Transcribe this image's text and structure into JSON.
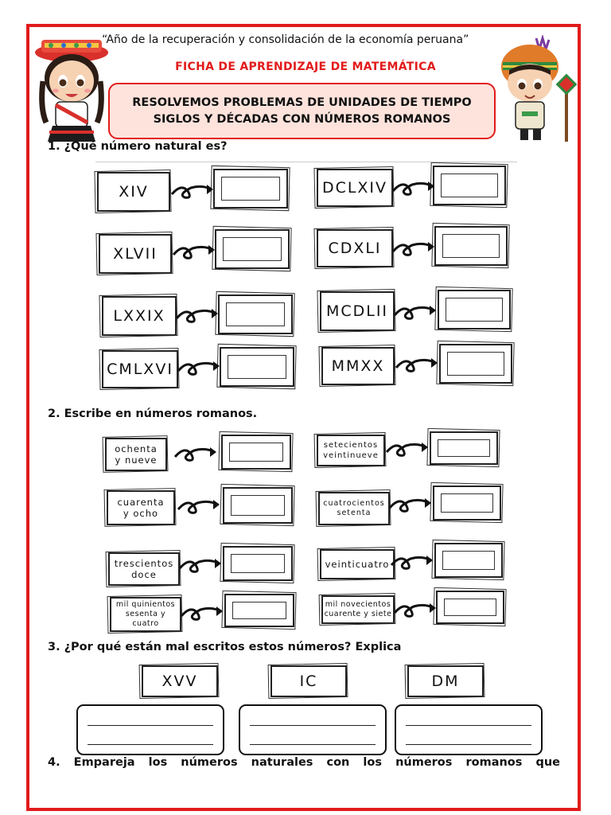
{
  "header": {
    "motto": "“Año de la recuperación y consolidación de la economía peruana”",
    "title": "FICHA DE APRENDIZAJE DE MATEMÁTICA",
    "banner_line1": "RESOLVEMOS PROBLEMAS DE UNIDADES DE TIEMPO",
    "banner_line2": "SIGLOS Y DÉCADAS CON NÚMEROS ROMANOS"
  },
  "q1": {
    "title": "1. ¿Qué número natural es?",
    "items": [
      "XIV",
      "DCLXIV",
      "XLVII",
      "CDXLI",
      "LXXIX",
      "MCDLII",
      "CMLXVI",
      "MMXX"
    ]
  },
  "q2": {
    "title": "2. Escribe en números romanos.",
    "items": [
      {
        "l1": "ochenta",
        "l2": "y nueve",
        "l3": ""
      },
      {
        "l1": "setecientos",
        "l2": "veintinueve",
        "l3": ""
      },
      {
        "l1": "cuarenta",
        "l2": "y ocho",
        "l3": ""
      },
      {
        "l1": "cuatrocientos",
        "l2": "setenta",
        "l3": ""
      },
      {
        "l1": "trescientos",
        "l2": "doce",
        "l3": ""
      },
      {
        "l1": "veinticuatro",
        "l2": "",
        "l3": ""
      },
      {
        "l1": "mil quinientos",
        "l2": "sesenta y",
        "l3": "cuatro"
      },
      {
        "l1": "mil novecientos",
        "l2": "cuarente y siete",
        "l3": ""
      }
    ]
  },
  "q3": {
    "title": "3. ¿Por qué están mal escritos estos números? Explica",
    "items": [
      "XVV",
      "IC",
      "DM"
    ],
    "blank": "______________________"
  },
  "q4": {
    "title": "4. Empareja los números naturales con los números romanos que"
  },
  "colors": {
    "accent": "#e21b1b",
    "banner_bg": "#fde3dc"
  }
}
